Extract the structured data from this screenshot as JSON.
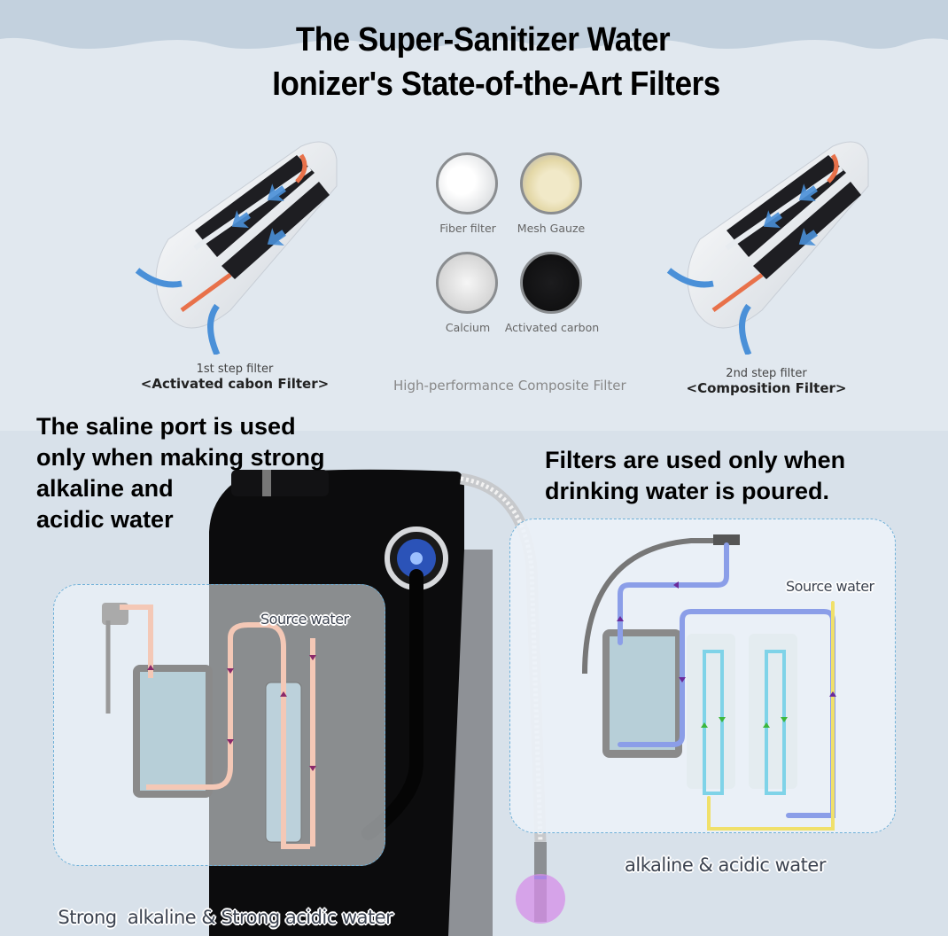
{
  "title": {
    "line1": "The Super-Sanitizer Water",
    "line2": "Ionizer's State-of-the-Art Filters"
  },
  "filters": {
    "first": {
      "step": "1st step filter",
      "name": "<Activated cabon Filter>"
    },
    "second": {
      "step": "2nd step filter",
      "name": "<Composition Filter>"
    },
    "composite_label": "High-performance Composite Filter",
    "media": [
      {
        "label": "Fiber filter",
        "icon": "fiber-filter-icon"
      },
      {
        "label": "Mesh Gauze",
        "icon": "mesh-gauze-icon"
      },
      {
        "label": "Calcium",
        "icon": "calcium-icon"
      },
      {
        "label": "Activated carbon",
        "icon": "activated-carbon-icon"
      }
    ]
  },
  "left_section": {
    "heading": [
      "The saline port is used",
      "only when making strong",
      "alkaline and",
      "acidic water"
    ],
    "source_label": "Source water",
    "bottom_label_part1": "Strong  alkaline & ",
    "bottom_label_part2": "Strong acidic water"
  },
  "right_section": {
    "heading": [
      "Filters are used only when",
      "drinking water is poured."
    ],
    "source_label": "Source water",
    "bottom_label": "alkaline & acidic water"
  },
  "colors": {
    "top_band": "#c3d1de",
    "background": "#e1e8ef",
    "lower_band": "#d8e1ea",
    "flow_pink": "#f4c8b6",
    "flow_blue": "#8b9ee8",
    "flow_cyan": "#7fd3e8",
    "flow_yellow": "#f0e06a",
    "arrow_purple": "#6b2a9a",
    "arrow_green": "#3cb73c",
    "dashed_border": "#6fb0d8"
  }
}
